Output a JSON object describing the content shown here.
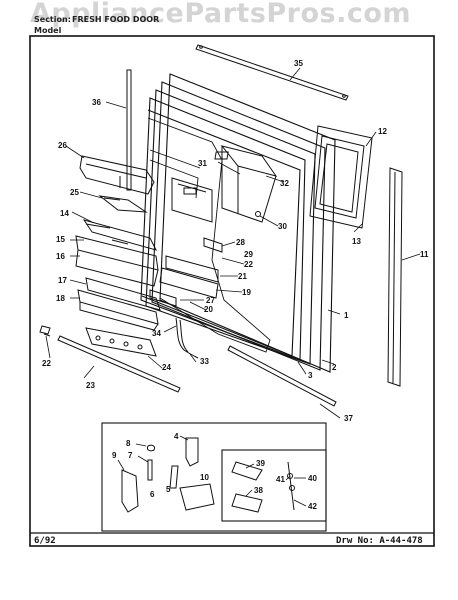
{
  "header": {
    "section_label": "Section:",
    "section_value": "FRESH FOOD DOOR",
    "model_label": "Model"
  },
  "watermark": "AppliancePartsPros.com",
  "footer": {
    "date": "6/92",
    "drawing": "Drw No:  A-44-478"
  },
  "part_callouts": [
    "1",
    "2",
    "3",
    "4",
    "5",
    "6",
    "7",
    "8",
    "9",
    "10",
    "11",
    "12",
    "13",
    "14",
    "15",
    "16",
    "17",
    "18",
    "19",
    "20",
    "21",
    "22",
    "22",
    "23",
    "24",
    "25",
    "26",
    "27",
    "28",
    "29",
    "30",
    "31",
    "32",
    "33",
    "34",
    "35",
    "36",
    "37",
    "38",
    "39",
    "40",
    "41",
    "42"
  ],
  "colors": {
    "ink": "#111111",
    "watermark": "#8a8a8a"
  }
}
